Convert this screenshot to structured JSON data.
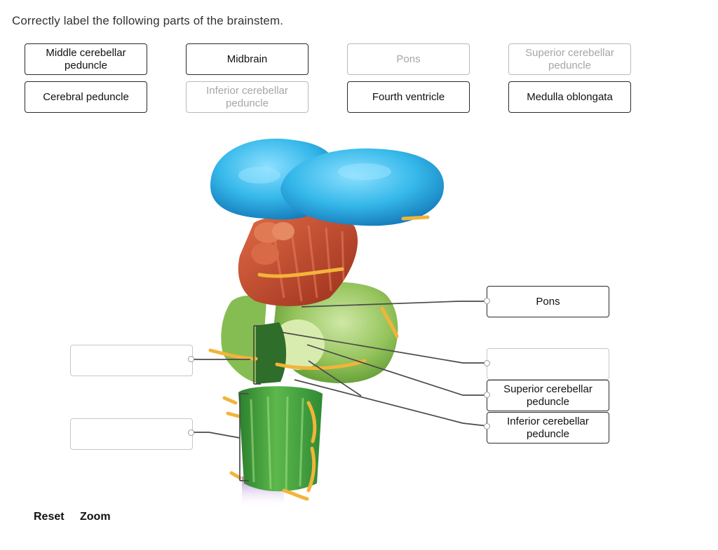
{
  "instruction": "Correctly label the following parts of the brainstem.",
  "label_bank": [
    {
      "text": "Middle cerebellar peduncle",
      "used": false
    },
    {
      "text": "Midbrain",
      "used": false
    },
    {
      "text": "Pons",
      "used": true
    },
    {
      "text": "Superior cerebellar peduncle",
      "used": true
    },
    {
      "text": "Cerebral peduncle",
      "used": false
    },
    {
      "text": "Inferior cerebellar peduncle",
      "used": true
    },
    {
      "text": "Fourth ventricle",
      "used": false
    },
    {
      "text": "Medulla oblongata",
      "used": false
    }
  ],
  "drop_zones": [
    {
      "id": "left-upper",
      "value": ""
    },
    {
      "id": "left-lower",
      "value": ""
    },
    {
      "id": "right-1",
      "value": "Pons"
    },
    {
      "id": "right-2",
      "value": ""
    },
    {
      "id": "right-3",
      "value": "Superior cerebellar peduncle"
    },
    {
      "id": "right-4",
      "value": "Inferior cerebellar peduncle"
    }
  ],
  "buttons": {
    "reset": "Reset",
    "zoom": "Zoom"
  },
  "colors": {
    "thalamus_blue": "#35b8ea",
    "midbrain_red": "#c0432a",
    "cerebellar_green": "#8cbe55",
    "medulla_green": "#3e9a3a",
    "nerve_yellow": "#f2b43a",
    "leader_line": "#4a4a4a"
  }
}
